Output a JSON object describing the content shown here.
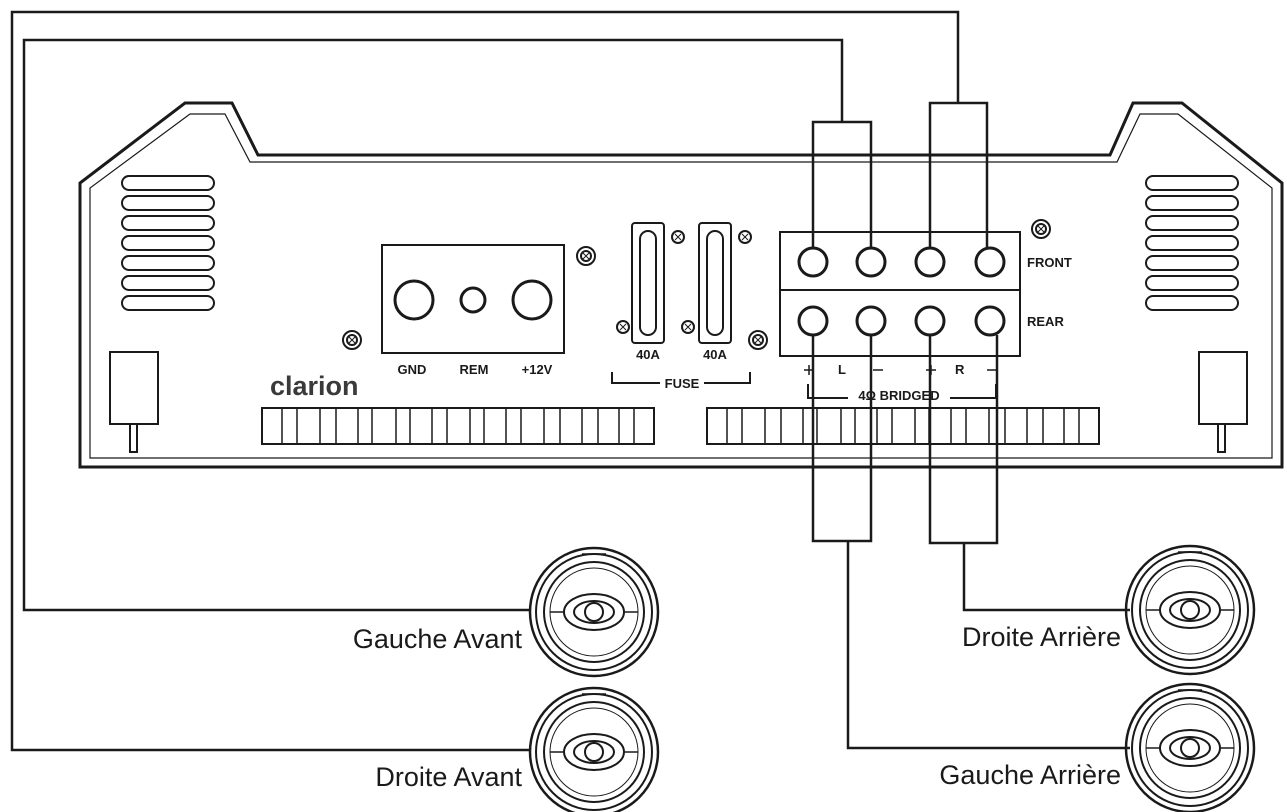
{
  "amplifier": {
    "brand": "clarion",
    "power_terminals": [
      "GND",
      "REM",
      "+12V"
    ],
    "fuses": [
      "40A",
      "40A"
    ],
    "fuse_label": "FUSE",
    "row_labels": {
      "front": "FRONT",
      "rear": "REAR"
    },
    "channel_labels": {
      "left": "L",
      "right": "R"
    },
    "bridged_label": "4Ω BRIDGED"
  },
  "speakers": {
    "front_left": "Gauche Avant",
    "front_right": "Droite Avant",
    "rear_right": "Droite Arrière",
    "rear_left": "Gauche Arrière"
  }
}
